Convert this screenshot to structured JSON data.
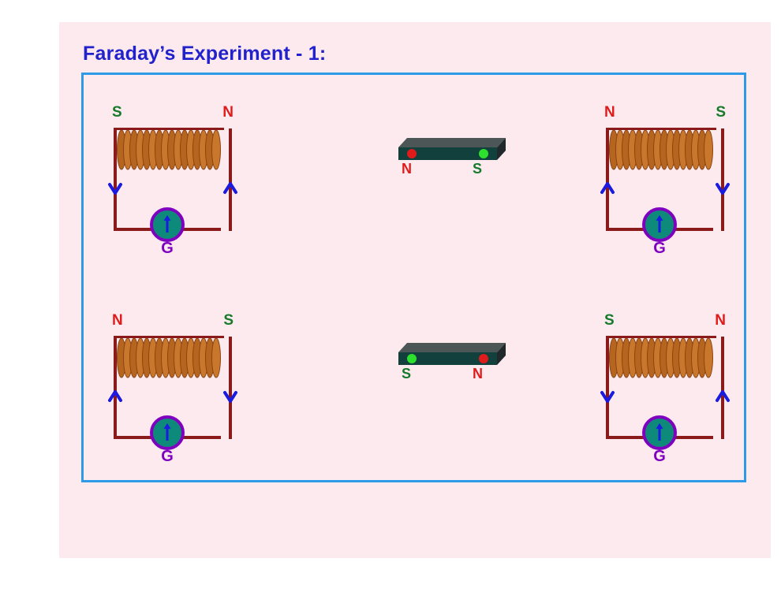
{
  "slide": {
    "title": "Faraday’s Experiment - 1:",
    "title_color": "#2222cc",
    "panel_bg": "#fdeaee",
    "frame_border_color": "#2e9be8",
    "page_bg": "#ffffff"
  },
  "palette": {
    "north_pole": "#e01b1b",
    "south_pole": "#157a2b",
    "wire": "#8b1a1a",
    "coil_copper": "#b5651d",
    "arrow_blue": "#1a1ae0",
    "galvanometer_fill": "#0e8a7a",
    "galvanometer_ring": "#8000c0",
    "galvanometer_label": "#8000c0",
    "magnet_front": "#12403c",
    "magnet_top": "#4d5657",
    "magnet_side": "#20282b"
  },
  "circuits": [
    {
      "id": "top-left",
      "left_pole": "S",
      "left_pole_type": "south",
      "right_pole": "N",
      "right_pole_type": "north",
      "left_current": "down",
      "right_current": "up",
      "meter_label": "G",
      "meter_needle": "up"
    },
    {
      "id": "top-right",
      "left_pole": "N",
      "left_pole_type": "north",
      "right_pole": "S",
      "right_pole_type": "south",
      "left_current": "up",
      "right_current": "down",
      "meter_label": "G",
      "meter_needle": "up"
    },
    {
      "id": "bottom-left",
      "left_pole": "N",
      "left_pole_type": "north",
      "right_pole": "S",
      "right_pole_type": "south",
      "left_current": "up",
      "right_current": "down",
      "meter_label": "G",
      "meter_needle": "up"
    },
    {
      "id": "bottom-right",
      "left_pole": "S",
      "left_pole_type": "south",
      "right_pole": "N",
      "right_pole_type": "north",
      "left_current": "down",
      "right_current": "up",
      "meter_label": "G",
      "meter_needle": "up"
    }
  ],
  "magnets": [
    {
      "id": "magnet-top",
      "left_pole": "N",
      "left_pole_type": "north",
      "left_dot_color": "#e01b1b",
      "right_pole": "S",
      "right_pole_type": "south",
      "right_dot_color": "#2ee02e"
    },
    {
      "id": "magnet-bottom",
      "left_pole": "S",
      "left_pole_type": "south",
      "left_dot_color": "#2ee02e",
      "right_pole": "N",
      "right_pole_type": "north",
      "right_dot_color": "#e01b1b"
    }
  ]
}
